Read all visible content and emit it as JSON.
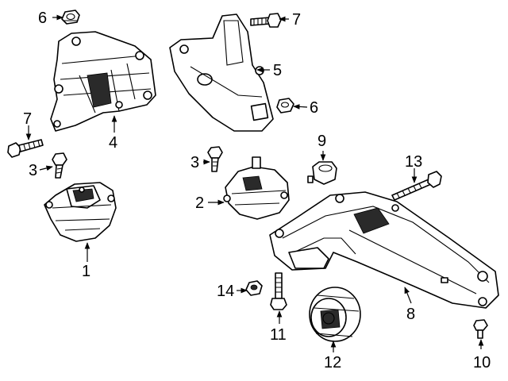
{
  "callouts": [
    {
      "id": "c1",
      "label": "1"
    },
    {
      "id": "c2",
      "label": "2"
    },
    {
      "id": "c3a",
      "label": "3"
    },
    {
      "id": "c3b",
      "label": "3"
    },
    {
      "id": "c4",
      "label": "4"
    },
    {
      "id": "c5",
      "label": "5"
    },
    {
      "id": "c6a",
      "label": "6"
    },
    {
      "id": "c6b",
      "label": "6"
    },
    {
      "id": "c7a",
      "label": "7"
    },
    {
      "id": "c7b",
      "label": "7"
    },
    {
      "id": "c8",
      "label": "8"
    },
    {
      "id": "c9",
      "label": "9"
    },
    {
      "id": "c10",
      "label": "10"
    },
    {
      "id": "c11",
      "label": "11"
    },
    {
      "id": "c12",
      "label": "12"
    },
    {
      "id": "c13",
      "label": "13"
    },
    {
      "id": "c14",
      "label": "14"
    }
  ]
}
